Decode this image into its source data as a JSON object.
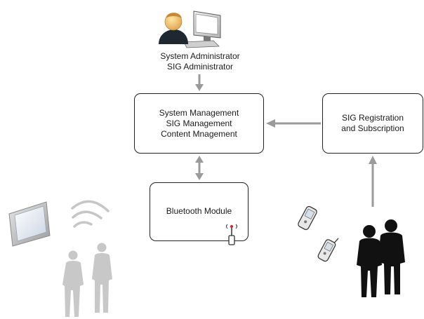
{
  "admin": {
    "line1": "System Administrator",
    "line2": "SIG Administrator",
    "icon": "admin-computer-icon"
  },
  "system_box": {
    "line1": "System Management",
    "line2": "SIG Management",
    "line3": "Content Mnagement"
  },
  "sig_box": {
    "line1": "SIG Registration",
    "line2": "and Subscription"
  },
  "bluetooth_box": {
    "label": "Bluetooth Module",
    "icon": "antenna-icon"
  },
  "icons": {
    "display": "wall-display-icon",
    "signal": "wireless-signal-icon",
    "visitors": "visitors-silhouette-icon",
    "phones": "mobile-phone-icon",
    "users": "users-silhouette-icon"
  },
  "colors": {
    "arrow": "#9a9a9a",
    "box_border": "#222222",
    "people_dark": "#111111",
    "people_gray": "#c8c8c8"
  }
}
